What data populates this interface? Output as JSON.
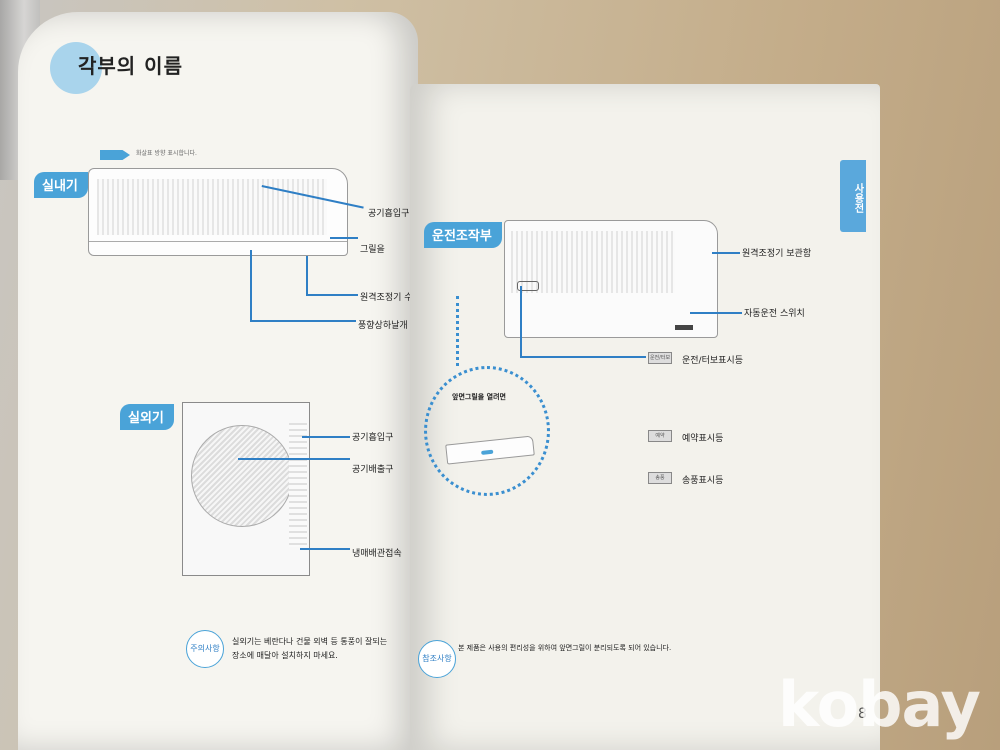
{
  "left_page": {
    "title": "각부의 이름",
    "arrow_note": "화살표 방향 표시합니다.",
    "indoor": {
      "heading": "실내기",
      "labels": [
        "공기흡입구",
        "그릴을",
        "원격조정기 수",
        "풍향상하날개"
      ]
    },
    "outdoor": {
      "heading": "실외기",
      "labels": [
        "공기흡입구",
        "공기배출구",
        "냉매배관접속"
      ]
    },
    "note": {
      "icon_label": "주의사항",
      "text_line1": "실외기는 베란다나 건물 외벽 등 통풍이 잘되는",
      "text_line2": "장소에 매달아 설치하지 마세요."
    }
  },
  "right_page": {
    "heading": "운전조작부",
    "side_tab": "사용전",
    "labels": {
      "remote_holder": "원격조정기 보관함",
      "auto_switch": "자동운전 스위치",
      "run_turbo": "운전/터보표시등",
      "reserve": "예약표시등",
      "fan": "송풍표시등"
    },
    "badges": {
      "run_turbo": "운전/터보",
      "reserve": "예약",
      "fan": "송풍"
    },
    "callout_title": "앞면그릴을 열려면",
    "note": {
      "icon_label": "참조사항",
      "text": "본 제품은 사용의 편리성을 위하여 앞면그릴이 분리되도록 되어 있습니다."
    },
    "page_number": "8"
  },
  "watermark": "kobay",
  "colors": {
    "accent": "#4aa3d8",
    "line": "#2f7fc5"
  }
}
